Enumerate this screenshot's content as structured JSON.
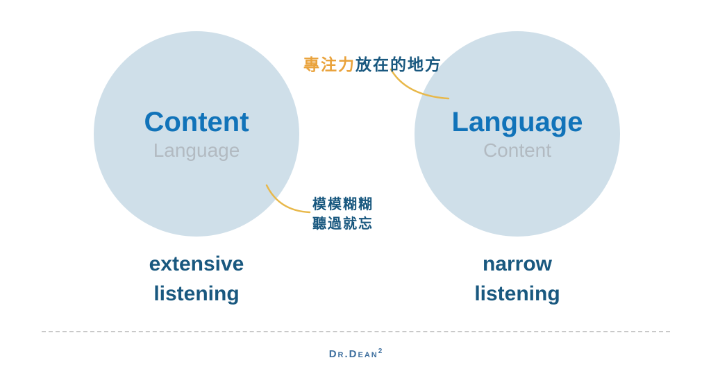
{
  "left_circle": {
    "primary": "Content",
    "secondary": "Language",
    "caption_line1": "extensive",
    "caption_line2": "listening"
  },
  "right_circle": {
    "primary": "Language",
    "secondary": "Content",
    "caption_line1": "narrow",
    "caption_line2": "listening"
  },
  "annotations": {
    "focus_highlight": "專注力",
    "focus_rest": "放在的地方",
    "fuzzy_line1": "模模糊糊",
    "fuzzy_line2": "聽過就忘"
  },
  "footer": {
    "logo_text": "Dr.Dean",
    "logo_superscript": "2"
  },
  "colors": {
    "circle_fill": "#cfdfe9",
    "primary_blue": "#1173b9",
    "secondary_gray": "#b2bac1",
    "dark_blue": "#19587f",
    "accent_orange": "#e9a23b",
    "curve_yellow": "#e8b84a",
    "logo_blue": "#3e6f9e",
    "divider_gray": "#c9c9c9"
  }
}
